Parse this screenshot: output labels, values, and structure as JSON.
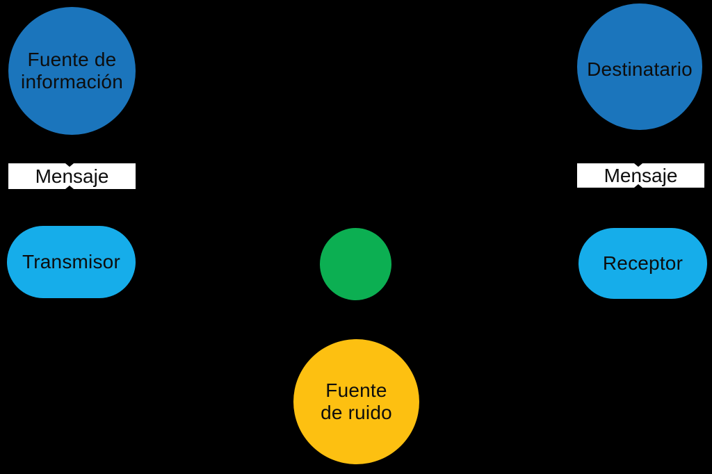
{
  "colors": {
    "background": "#000000",
    "node_dark_blue": "#1B75BC",
    "node_light_blue": "#16ADEA",
    "node_green": "#0CAF52",
    "node_yellow": "#FDC011",
    "box_white": "#FFFFFF",
    "label_dark": "#0D0D0D"
  },
  "nodes": {
    "fuente_informacion": {
      "label": "Fuente de\ninformación"
    },
    "destinatario": {
      "label": "Destinatario"
    },
    "mensaje_izquierdo": {
      "label": "Mensaje"
    },
    "mensaje_derecho": {
      "label": "Mensaje"
    },
    "transmisor": {
      "label": "Transmisor"
    },
    "receptor": {
      "label": "Receptor"
    },
    "canal": {
      "label": ""
    },
    "fuente_ruido": {
      "label": "Fuente\nde ruido"
    }
  }
}
